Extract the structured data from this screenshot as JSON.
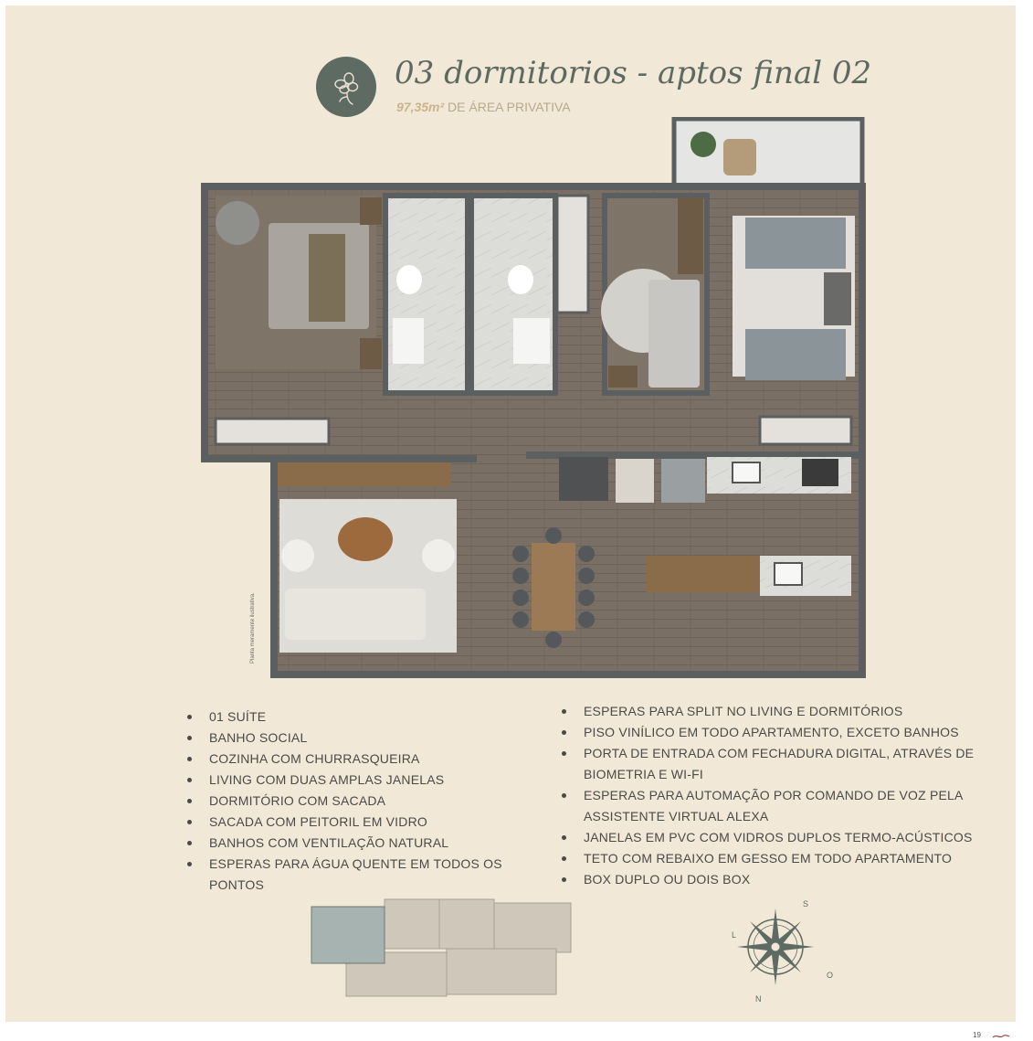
{
  "header": {
    "title": "03 dormitorios - aptos final 02",
    "area_value": "97,35m²",
    "area_label": "DE ÁREA PRIVATIVA"
  },
  "plan": {
    "note": "Planta meramente ilustrativa."
  },
  "features_left": [
    "01 SUÍTE",
    "BANHO SOCIAL",
    "COZINHA COM CHURRASQUEIRA",
    "LIVING COM DUAS AMPLAS JANELAS",
    "DORMITÓRIO COM SACADA",
    "SACADA COM PEITORIL EM VIDRO",
    "BANHOS COM VENTILAÇÃO NATURAL",
    "ESPERAS PARA ÁGUA QUENTE EM TODOS OS PONTOS"
  ],
  "features_right": [
    "ESPERAS PARA SPLIT NO LIVING E DORMITÓRIOS",
    "PISO VINÍLICO EM TODO APARTAMENTO, EXCETO BANHOS",
    "PORTA DE ENTRADA COM FECHADURA DIGITAL, ATRAVÉS DE BIOMETRIA E WI-FI",
    "ESPERAS PARA AUTOMAÇÃO POR COMANDO DE VOZ PELA ASSISTENTE VIRTUAL ALEXA",
    "JANELAS EM PVC COM VIDROS DUPLOS TERMO-ACÚSTICOS",
    "TETO COM REBAIXO EM GESSO EM TODO APARTAMENTO",
    "BOX DUPLO OU DOIS BOX"
  ],
  "compass": {
    "s": "S",
    "l": "L",
    "o": "O",
    "n": "N"
  },
  "footer": {
    "page_number": "19"
  },
  "colors": {
    "background": "#f1e8d8",
    "brand_green": "#5e6b62",
    "accent_gold": "#c9b48d",
    "wall": "#5b5f60",
    "floor": "#7a6f64"
  },
  "icons": [
    "flower-logo-icon",
    "compass-rose-icon",
    "brand-mark-icon"
  ]
}
